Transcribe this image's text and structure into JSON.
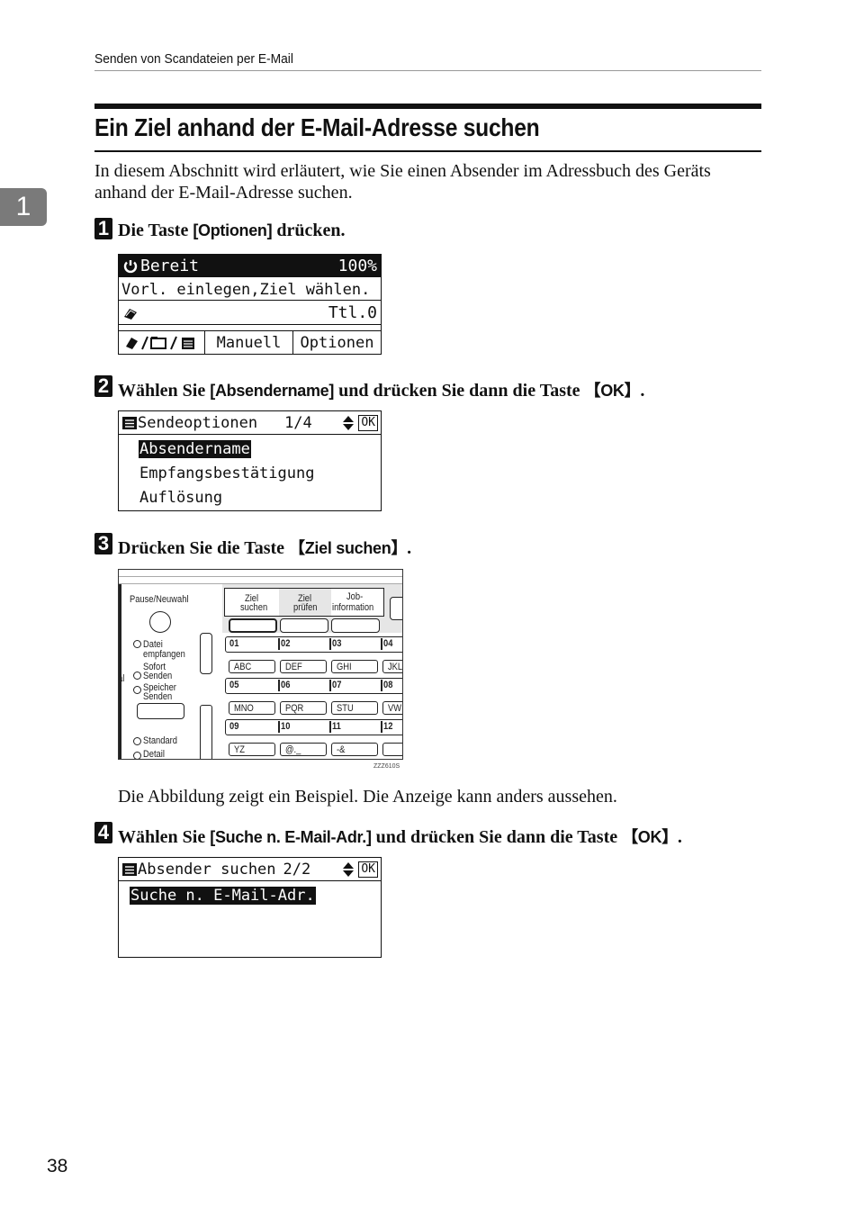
{
  "header": {
    "running_title": "Senden von Scandateien per E-Mail",
    "chapter_tab": "1"
  },
  "title": "Ein Ziel anhand der E-Mail-Adresse suchen",
  "intro": "In diesem Abschnitt wird erläutert, wie Sie einen Absender im Adressbuch des Geräts anhand der E-Mail-Adresse suchen.",
  "steps": [
    {
      "number": "1",
      "pre": "Die Taste ",
      "key1": "[Optionen]",
      "mid": " drücken.",
      "key2": "",
      "post": ""
    },
    {
      "number": "2",
      "pre": "Wählen Sie ",
      "key1": "[Absendername]",
      "mid": " und drücken Sie dann die Taste ",
      "key2": "【OK】",
      "post": "."
    },
    {
      "number": "3",
      "pre": "Drücken Sie die Taste ",
      "key1": "【Ziel suchen】",
      "mid": ".",
      "key2": "",
      "post": ""
    },
    {
      "number": "4",
      "pre": "Wählen Sie ",
      "key1": "[Suche n. E-Mail-Adr.]",
      "mid": " und drücken Sie dann die Taste ",
      "key2": "【OK】",
      "post": "."
    }
  ],
  "screen1": {
    "status": "Bereit",
    "percent": "100%",
    "message": "Vorl. einlegen,Ziel wählen.",
    "total": "Ttl.0",
    "tab_icons": "/ /",
    "tab_manual": "Manuell",
    "tab_options": "Optionen"
  },
  "screen2": {
    "title": "Sendeoptionen",
    "page": "1/4",
    "ok": "OK",
    "items": [
      "Absendername",
      "Empfangsbestätigung",
      "Auflösung"
    ]
  },
  "panel": {
    "pause": "Pause/Neuwahl",
    "datei": [
      "Datei",
      "empfangen"
    ],
    "sofort": [
      "Sofort",
      "Senden"
    ],
    "speicher": [
      "Speicher",
      "Senden"
    ],
    "standard": "Standard",
    "detail": "Detail",
    "left_l": "l",
    "left_al": "al",
    "func_labels": [
      [
        "Ziel",
        "suchen"
      ],
      [
        "Ziel",
        "prüfen"
      ],
      [
        "Job-",
        "information"
      ]
    ],
    "row_numbers": [
      [
        "01",
        "02",
        "03",
        "04"
      ],
      [
        "05",
        "06",
        "07",
        "08"
      ],
      [
        "09",
        "10",
        "11",
        "12"
      ]
    ],
    "row_letters": [
      [
        "ABC",
        "DEF",
        "GHI",
        "JKL"
      ],
      [
        "MNO",
        "PQR",
        "STU",
        "VW"
      ],
      [
        "YZ",
        "@._",
        "-&",
        ""
      ]
    ],
    "reference": "ZZZ610S"
  },
  "caption": "Die Abbildung zeigt ein Beispiel. Die Anzeige kann anders aussehen.",
  "screen4": {
    "title": "Absender suchen",
    "page": "2/2",
    "ok": "OK",
    "item": "Suche n. E-Mail-Adr."
  },
  "page_number": "38"
}
